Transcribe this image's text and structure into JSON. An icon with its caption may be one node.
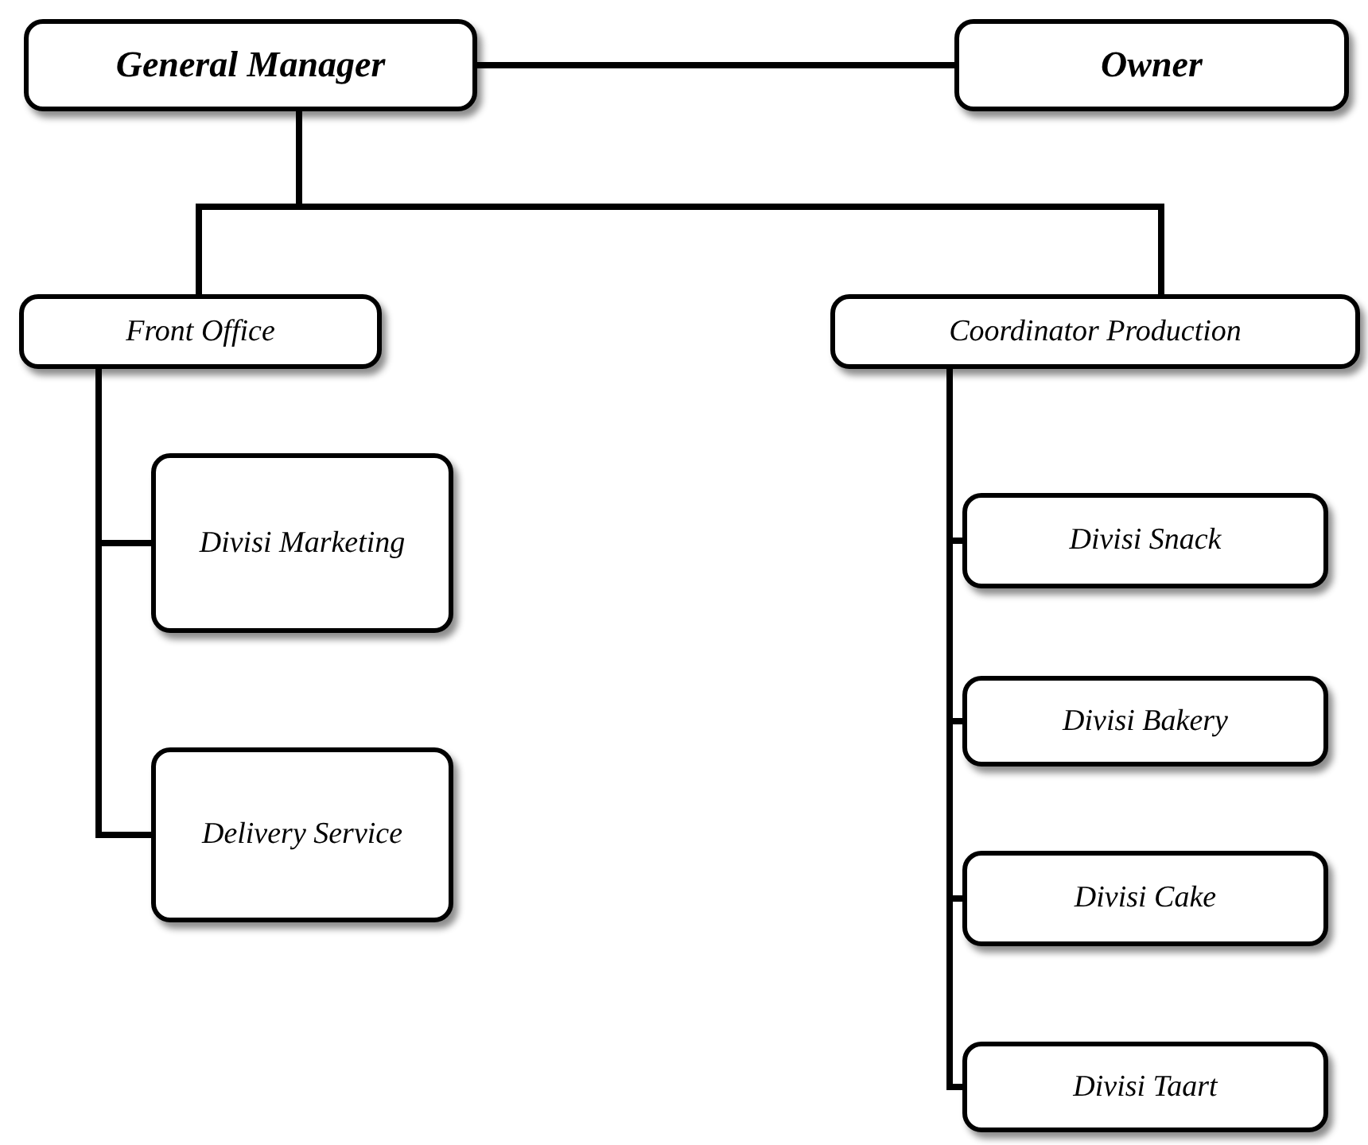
{
  "diagram": {
    "nodes": [
      {
        "text": [
          "General Manager"
        ]
      },
      {
        "text": [
          "Owner"
        ]
      },
      {
        "text": [
          "Front Office"
        ]
      },
      {
        "text": [
          "Coordinator Production"
        ]
      },
      {
        "text": [
          "Divisi Marketing"
        ]
      },
      {
        "text": [
          "Delivery Service"
        ]
      },
      {
        "text": [
          "Divisi Snack"
        ]
      },
      {
        "text": [
          "Divisi Bakery"
        ]
      },
      {
        "text": [
          "Divisi Cake"
        ]
      },
      {
        "text": [
          "Divisi Taart"
        ]
      }
    ],
    "edges": [
      {
        "from": 0,
        "to": 1,
        "arrow": "none"
      },
      {
        "from": 0,
        "to": 2,
        "arrow": "none"
      },
      {
        "from": 0,
        "to": 3,
        "arrow": "none"
      },
      {
        "from": 2,
        "to": 4,
        "arrow": "none"
      },
      {
        "from": 2,
        "to": 5,
        "arrow": "none"
      },
      {
        "from": 3,
        "to": 6,
        "arrow": "none"
      },
      {
        "from": 3,
        "to": 7,
        "arrow": "none"
      },
      {
        "from": 3,
        "to": 8,
        "arrow": "none"
      },
      {
        "from": 3,
        "to": 9,
        "arrow": "none"
      }
    ]
  }
}
